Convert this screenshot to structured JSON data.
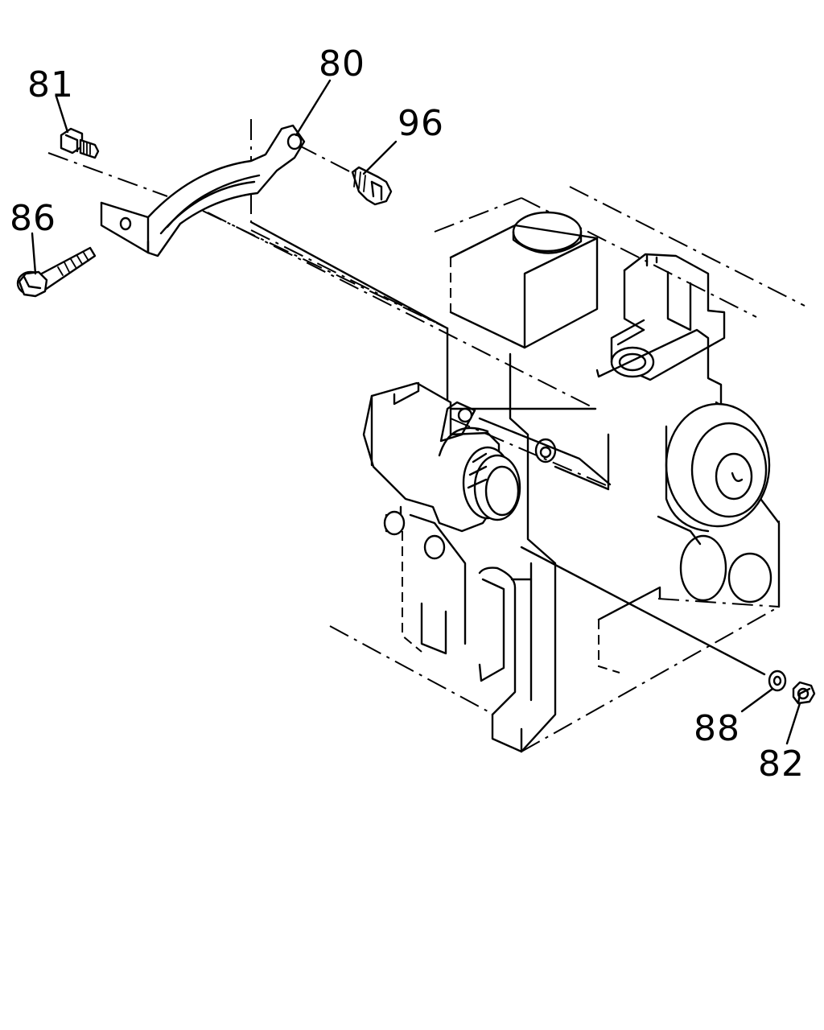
{
  "callouts": [
    {
      "label": "81"
    },
    {
      "label": "80"
    },
    {
      "label": "96"
    },
    {
      "label": "86"
    },
    {
      "label": "88"
    },
    {
      "label": "82"
    }
  ]
}
